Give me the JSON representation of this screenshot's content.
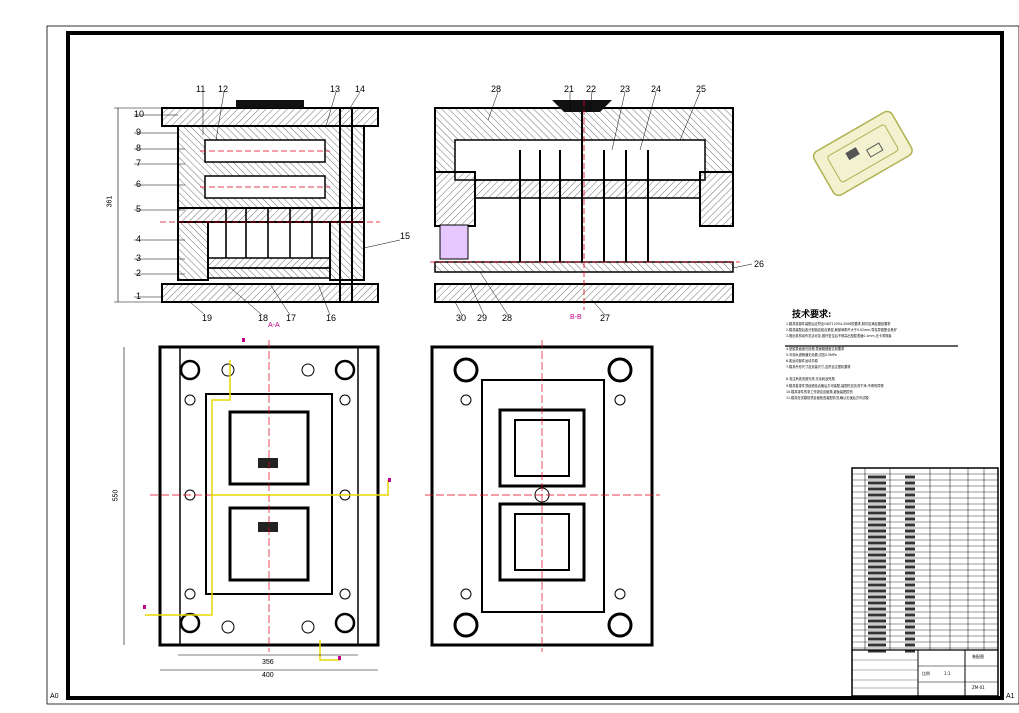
{
  "drawing": {
    "front_section_balloons": [
      "1",
      "2",
      "3",
      "4",
      "5",
      "6",
      "7",
      "8",
      "9",
      "10",
      "11",
      "12",
      "13",
      "14",
      "15",
      "16",
      "17",
      "18",
      "19"
    ],
    "side_section_balloons": [
      "21",
      "22",
      "23",
      "24",
      "25",
      "26",
      "27",
      "28",
      "29",
      "30",
      "28"
    ],
    "section_tags": {
      "front": "A-A",
      "side": "B-B"
    },
    "dimensions": {
      "height_front": "361",
      "plate_height": "550",
      "width_inner": "356",
      "width_outer": "400"
    },
    "notes_title": "技术要求:",
    "notes": [
      "1.模具零部件装配后应符合GB/T12554-2006的要求,制件应满足图纸要求",
      "2.模具装配后各分型面应贴合紧密,局部间隙不大于0.02mm,导柱导套配合良好",
      "3.推出机构动作灵活可靠,推杆复位后不得高出型腔表面0.1mm,无卡滞现象",
      "",
      "4.型腔表面抛光处理,表面粗糙度达到要求",
      "5.冷却水道畅通无渗漏,试压0.5MPa",
      "6.各运动部件运动平稳",
      "7.模具外形尺寸及安装尺寸,应符合注塑机要求",
      "",
      "8.浇注系统流道光滑,无毛刺及死角",
      "9.模具各零件须经检验合格后方可装配,装配时应清洗干净,不得有异物",
      "10.模具零件的非工作锐边应倒角,避免装配损伤",
      "11.模具在试模前须全面检查装配情况,确认无误后方可试模"
    ],
    "corner_marks": {
      "bottom_left": "A0",
      "bottom_right": "A1"
    },
    "title_block": {
      "part_name": "装配图",
      "drawing_no": "ZM-01",
      "scale": "1:1",
      "label_a": "比例"
    }
  },
  "colors": {
    "line": "#000000",
    "center": "#e0001a",
    "hatch": "#444444",
    "yellow": "#e8d800",
    "magenta": "#c0008a",
    "part": "#c8c860",
    "cyan": "#00a0c0"
  }
}
